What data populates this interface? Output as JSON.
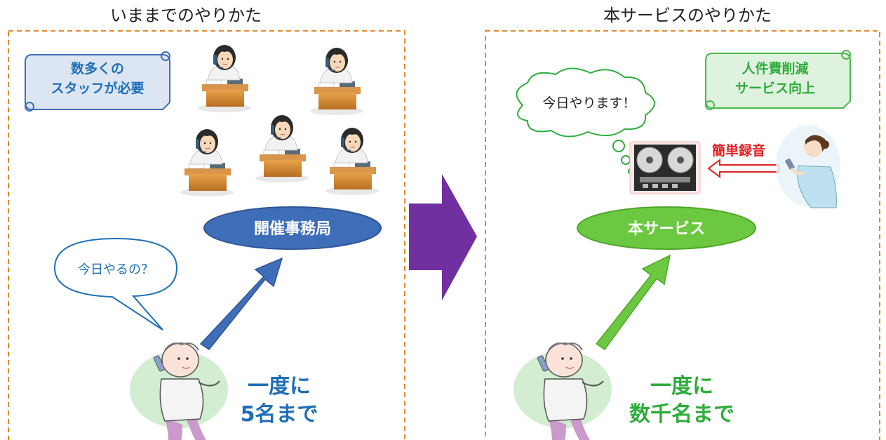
{
  "left_panel": {
    "title": "いままでのやりかた",
    "scroll_label_line1": "数多くの",
    "scroll_label_line2": "スタッフが必要",
    "office_label": "開催事務局",
    "speech": "今日やるの？",
    "capacity_line1": "一度に",
    "capacity_line2": "5名まで"
  },
  "right_panel": {
    "title": "本サービスのやりかた",
    "scroll_label_line1": "人件費削減",
    "scroll_label_line2": "サービス向上",
    "cloud_speech": "今日やります！",
    "record_label": "簡単録音",
    "service_label": "本サービス",
    "capacity_line1": "一度に",
    "capacity_line2": "数千名まで"
  },
  "colors": {
    "dashed_border": "#E08A2E",
    "blue_text": "#1F6FB7",
    "blue_fill": "#3F6EB8",
    "green_text": "#2EAD3C",
    "green_fill": "#6CC840",
    "purple_arrow": "#7030A0",
    "red": "#E02020"
  },
  "icons": [
    "operator-person-icon",
    "old-person-phone-icon",
    "tape-recorder-icon",
    "woman-phone-icon",
    "scroll-banner-icon"
  ]
}
